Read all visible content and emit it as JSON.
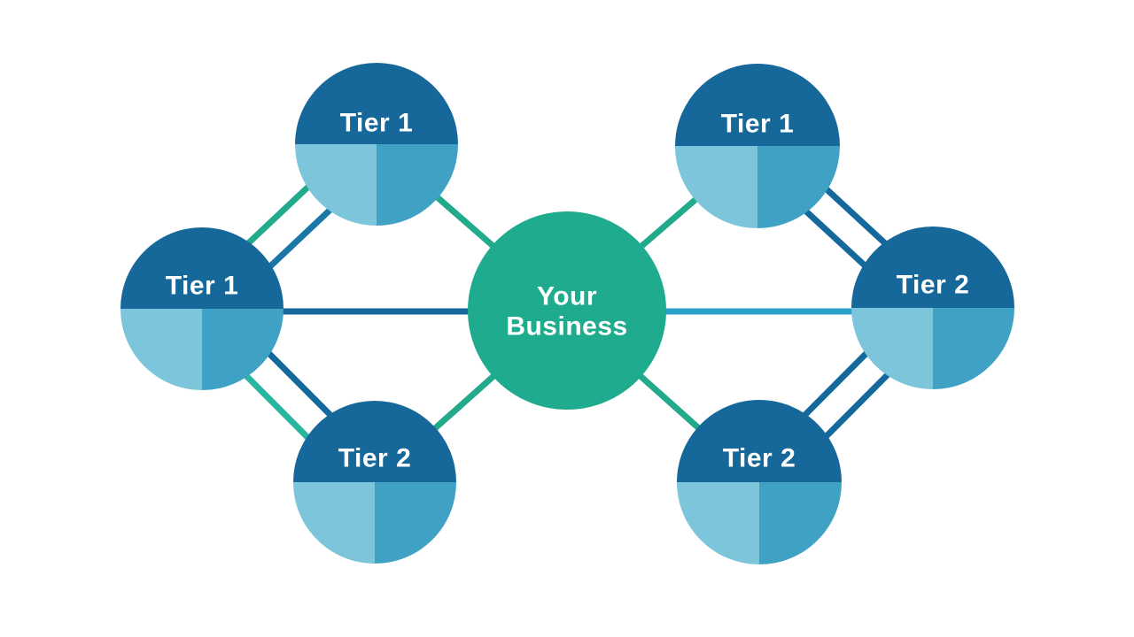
{
  "diagram": {
    "type": "network-hub-diagram",
    "center_node": {
      "label_line1": "Your",
      "label_line2": "Business",
      "full_label": "Your Business"
    },
    "nodes": [
      {
        "id": "top-left",
        "label": "Tier 1"
      },
      {
        "id": "left",
        "label": "Tier 1"
      },
      {
        "id": "bottom-left",
        "label": "Tier 2"
      },
      {
        "id": "top-right",
        "label": "Tier 1"
      },
      {
        "id": "right",
        "label": "Tier 2"
      },
      {
        "id": "bottom-right",
        "label": "Tier 2"
      }
    ],
    "colors": {
      "background": "#ffffff",
      "center_green": "#1EAB8E",
      "node_top_dark_blue": "#16689A",
      "node_bottom_left_light": "#7CC5DA",
      "node_bottom_right_medium": "#3FA2C4",
      "edge_teal_green": "#23A98C",
      "edge_teal": "#2AB5A0",
      "edge_dark_blue": "#15689B",
      "edge_medium_blue": "#1B76A8",
      "edge_cyan": "#29A3C9",
      "label_text": "#ffffff"
    }
  }
}
